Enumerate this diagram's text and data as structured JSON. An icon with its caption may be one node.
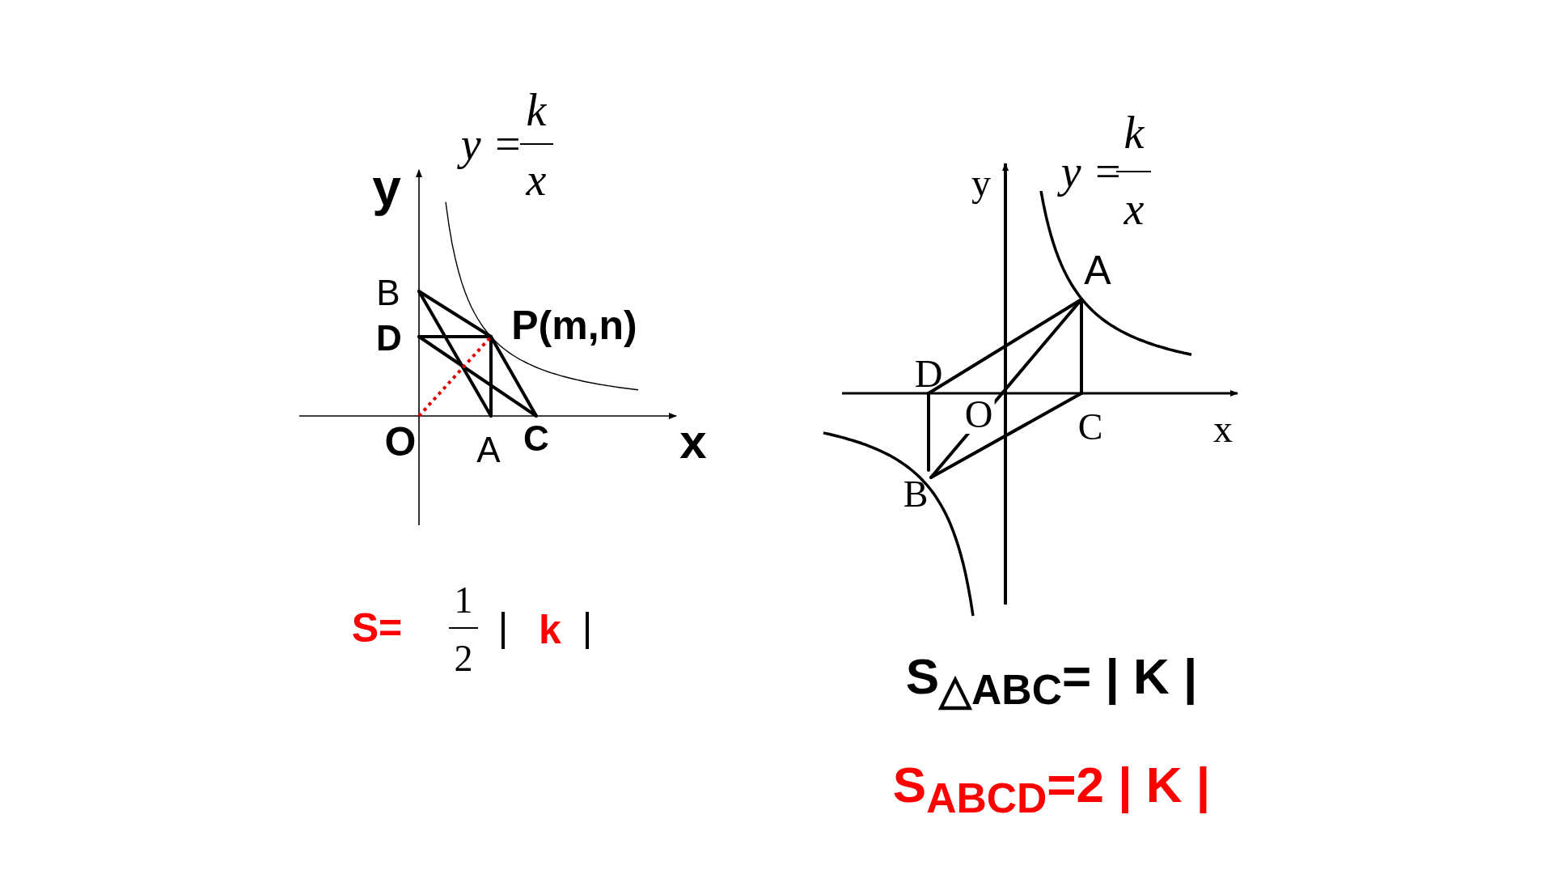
{
  "diagram": {
    "labels": [
      "y =",
      "k",
      "x",
      "y",
      "B",
      "D",
      "P(m,n)",
      "O",
      "A",
      "C",
      "x",
      "y =",
      "k",
      "x",
      "y",
      "A",
      "D",
      "O",
      "C",
      "x",
      "B",
      "S=",
      "1",
      "2",
      "|",
      "k",
      "|",
      "S$_{△ABC}$= | K |",
      "S$_{ABCD}$=2 | K |"
    ]
  }
}
